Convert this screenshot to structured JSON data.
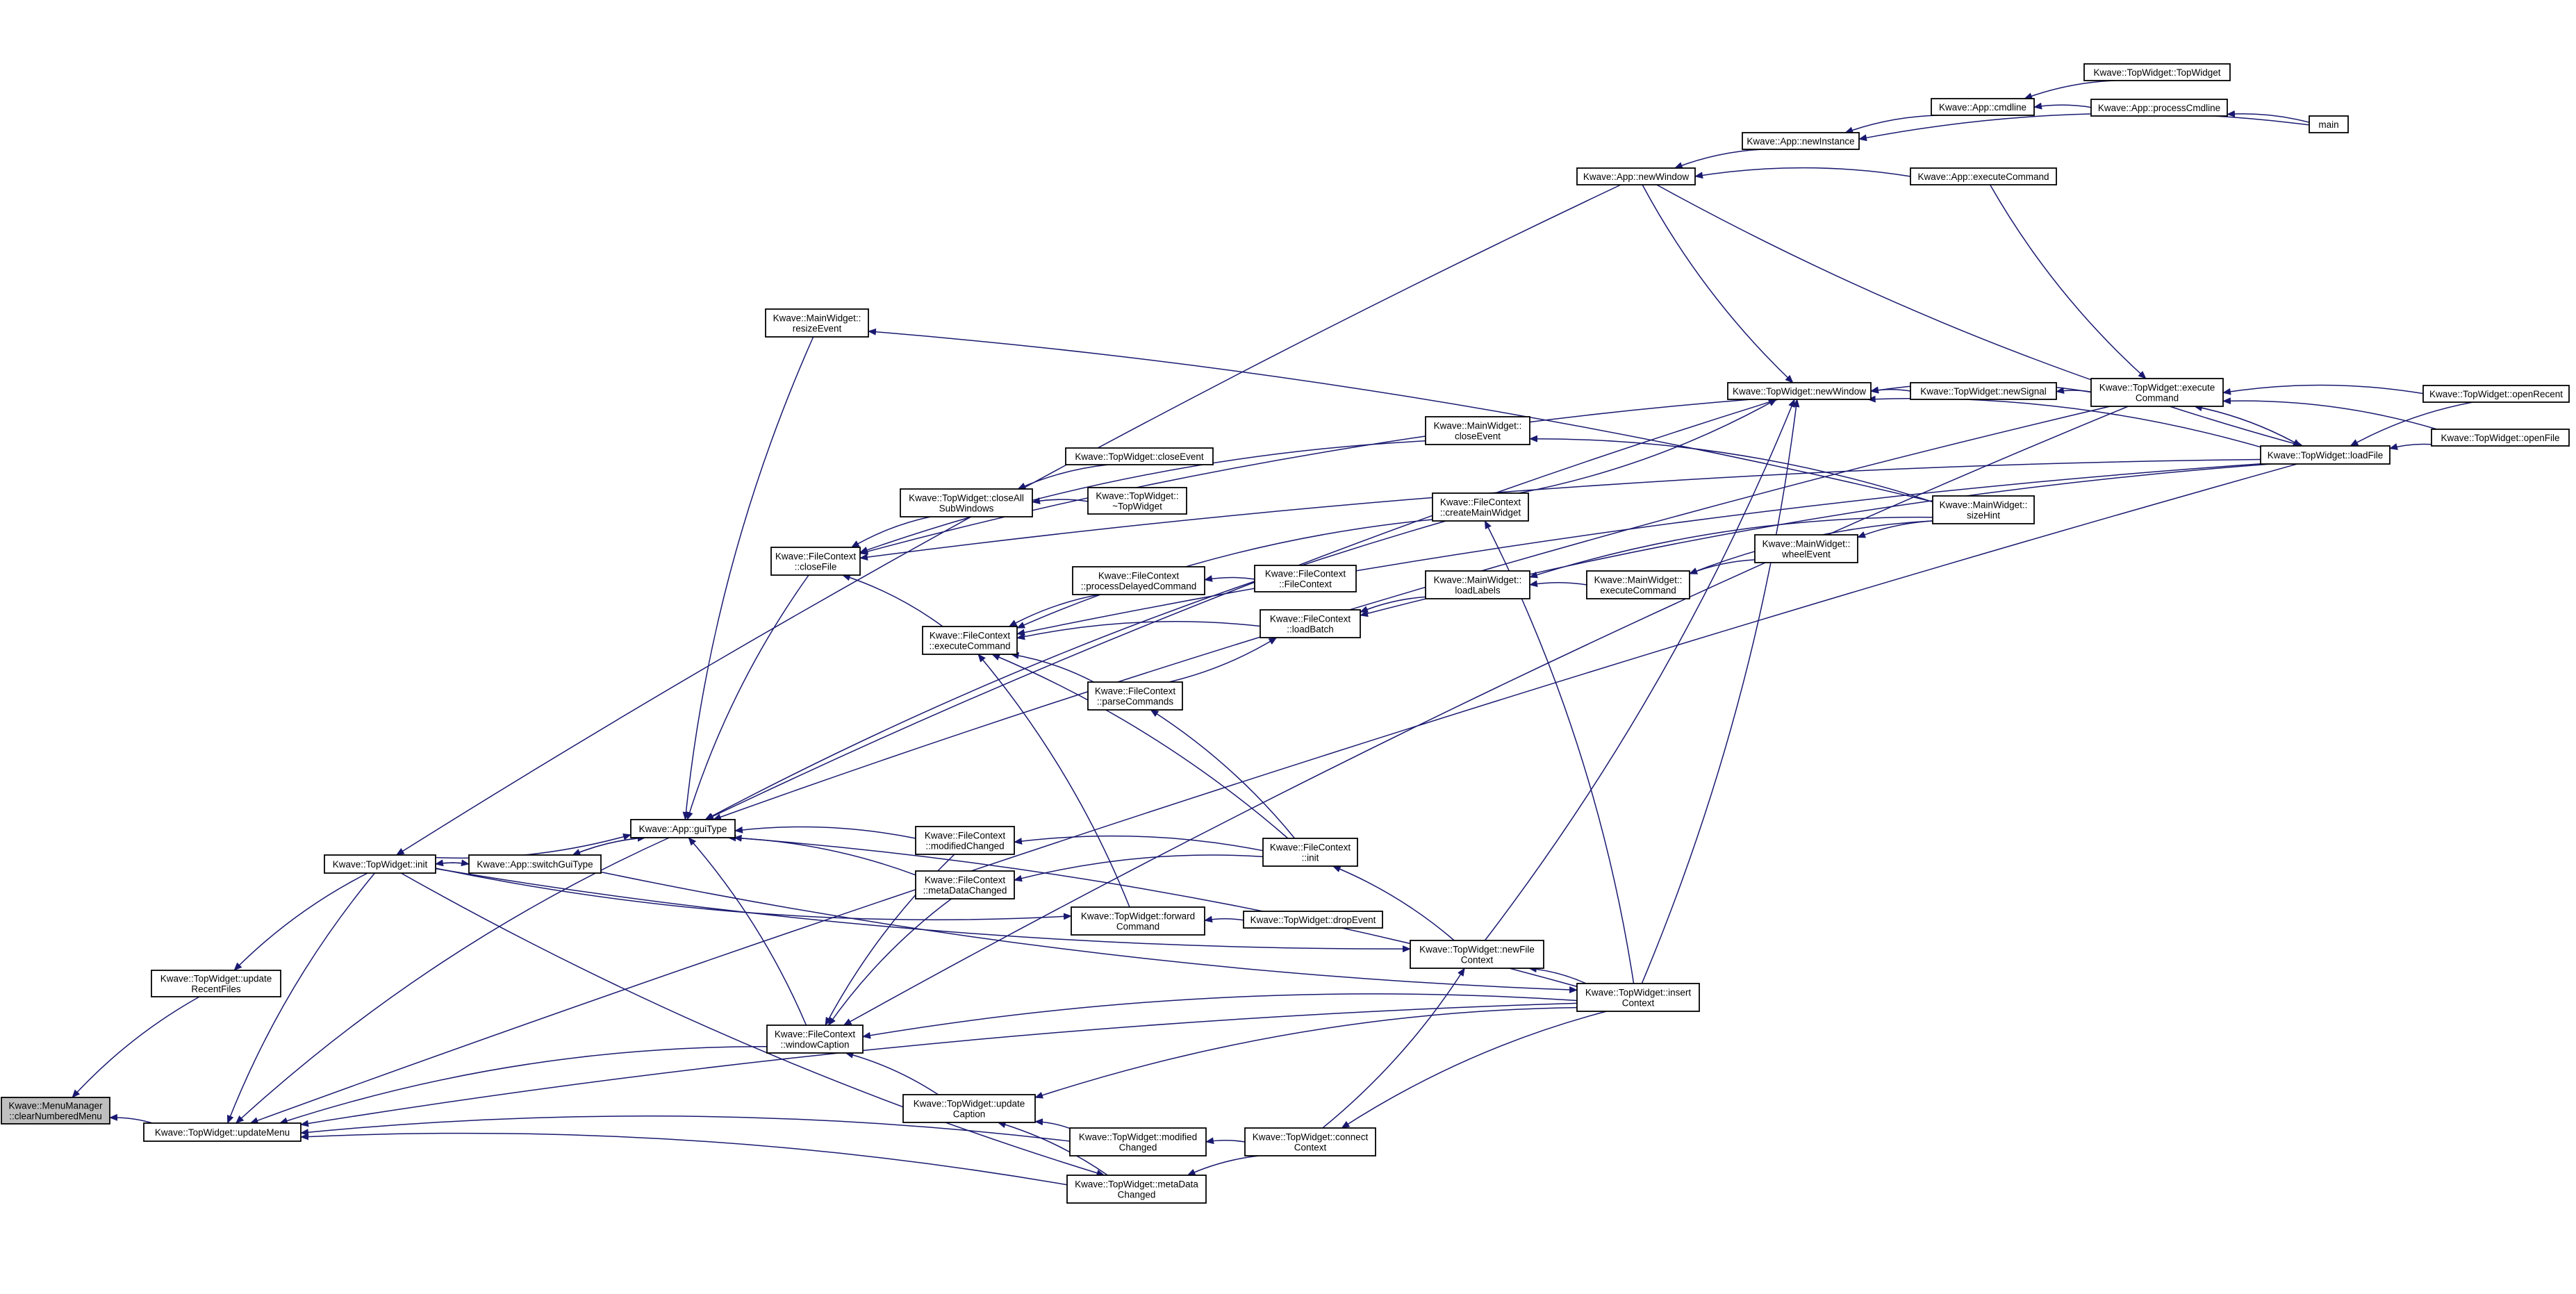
{
  "graph_title": "",
  "colors": {
    "edge": "#191970",
    "node_border": "#000000",
    "node_fill": "#ffffff",
    "root_fill": "#bfbfbf"
  },
  "nodes": [
    {
      "id": "clearNumbered",
      "lines": [
        "Kwave::MenuManager",
        "::clearNumberedMenu"
      ],
      "root": true
    },
    {
      "id": "updateMenu",
      "lines": [
        "Kwave::TopWidget::updateMenu"
      ]
    },
    {
      "id": "updateRecent",
      "lines": [
        "Kwave::TopWidget::update",
        "RecentFiles"
      ]
    },
    {
      "id": "twInit",
      "lines": [
        "Kwave::TopWidget::init"
      ]
    },
    {
      "id": "switchGui",
      "lines": [
        "Kwave::App::switchGuiType"
      ]
    },
    {
      "id": "guiType",
      "lines": [
        "Kwave::App::guiType"
      ]
    },
    {
      "id": "resizeEvent",
      "lines": [
        "Kwave::MainWidget::",
        "resizeEvent"
      ]
    },
    {
      "id": "closeFile",
      "lines": [
        "Kwave::FileContext",
        "::closeFile"
      ]
    },
    {
      "id": "closeAllSub",
      "lines": [
        "Kwave::TopWidget::closeAll",
        "SubWindows"
      ]
    },
    {
      "id": "twCloseEvent",
      "lines": [
        "Kwave::TopWidget::closeEvent"
      ]
    },
    {
      "id": "twDtor",
      "lines": [
        "Kwave::TopWidget::",
        "~TopWidget"
      ]
    },
    {
      "id": "procDelayed",
      "lines": [
        "Kwave::FileContext",
        "::processDelayedCommand"
      ]
    },
    {
      "id": "fcCtor",
      "lines": [
        "Kwave::FileContext",
        "::FileContext"
      ]
    },
    {
      "id": "fcExec",
      "lines": [
        "Kwave::FileContext",
        "::executeCommand"
      ]
    },
    {
      "id": "parseCmds",
      "lines": [
        "Kwave::FileContext",
        "::parseCommands"
      ]
    },
    {
      "id": "loadBatch",
      "lines": [
        "Kwave::FileContext",
        "::loadBatch"
      ]
    },
    {
      "id": "mwLoadLabels",
      "lines": [
        "Kwave::MainWidget::",
        "loadLabels"
      ]
    },
    {
      "id": "mwExec",
      "lines": [
        "Kwave::MainWidget::",
        "executeCommand"
      ]
    },
    {
      "id": "mwWheel",
      "lines": [
        "Kwave::MainWidget::",
        "wheelEvent"
      ]
    },
    {
      "id": "mwSizeHint",
      "lines": [
        "Kwave::MainWidget::",
        "sizeHint"
      ]
    },
    {
      "id": "mwCloseEvent",
      "lines": [
        "Kwave::MainWidget::",
        "closeEvent"
      ]
    },
    {
      "id": "createMW",
      "lines": [
        "Kwave::FileContext",
        "::createMainWidget"
      ]
    },
    {
      "id": "modChangedFC",
      "lines": [
        "Kwave::FileContext",
        "::modifiedChanged"
      ]
    },
    {
      "id": "metaChangedFC",
      "lines": [
        "Kwave::FileContext",
        "::metaDataChanged"
      ]
    },
    {
      "id": "fcInit",
      "lines": [
        "Kwave::FileContext",
        "::init"
      ]
    },
    {
      "id": "fwdCmd",
      "lines": [
        "Kwave::TopWidget::forward",
        "Command"
      ]
    },
    {
      "id": "dropEvent",
      "lines": [
        "Kwave::TopWidget::dropEvent"
      ]
    },
    {
      "id": "winCaption",
      "lines": [
        "Kwave::FileContext",
        "::windowCaption"
      ]
    },
    {
      "id": "updCaption",
      "lines": [
        "Kwave::TopWidget::update",
        "Caption"
      ]
    },
    {
      "id": "twModChanged",
      "lines": [
        "Kwave::TopWidget::modified",
        "Changed"
      ]
    },
    {
      "id": "twMetaChanged",
      "lines": [
        "Kwave::TopWidget::metaData",
        "Changed"
      ]
    },
    {
      "id": "connectCtx",
      "lines": [
        "Kwave::TopWidget::connect",
        "Context"
      ]
    },
    {
      "id": "newFileCtx",
      "lines": [
        "Kwave::TopWidget::newFile",
        "Context"
      ]
    },
    {
      "id": "insertCtx",
      "lines": [
        "Kwave::TopWidget::insert",
        "Context"
      ]
    },
    {
      "id": "twNewWindow",
      "lines": [
        "Kwave::TopWidget::newWindow"
      ]
    },
    {
      "id": "newSignal",
      "lines": [
        "Kwave::TopWidget::newSignal"
      ]
    },
    {
      "id": "twExecCmd",
      "lines": [
        "Kwave::TopWidget::execute",
        "Command"
      ]
    },
    {
      "id": "openRecent",
      "lines": [
        "Kwave::TopWidget::openRecent"
      ]
    },
    {
      "id": "openFile",
      "lines": [
        "Kwave::TopWidget::openFile"
      ]
    },
    {
      "id": "loadFile",
      "lines": [
        "Kwave::TopWidget::loadFile"
      ]
    },
    {
      "id": "appNewWindow",
      "lines": [
        "Kwave::App::newWindow"
      ]
    },
    {
      "id": "newInstance",
      "lines": [
        "Kwave::App::newInstance"
      ]
    },
    {
      "id": "cmdline",
      "lines": [
        "Kwave::App::cmdline"
      ]
    },
    {
      "id": "twCtor",
      "lines": [
        "Kwave::TopWidget::TopWidget"
      ]
    },
    {
      "id": "procCmdline",
      "lines": [
        "Kwave::App::processCmdline"
      ]
    },
    {
      "id": "appExecCmd",
      "lines": [
        "Kwave::App::executeCommand"
      ]
    },
    {
      "id": "main",
      "lines": [
        "main"
      ]
    }
  ],
  "edges": [
    [
      "updateMenu",
      "clearNumbered"
    ],
    [
      "updateRecent",
      "clearNumbered"
    ],
    [
      "twInit",
      "updateRecent"
    ],
    [
      "twInit",
      "updateMenu"
    ],
    [
      "guiType",
      "updateMenu"
    ],
    [
      "winCaption",
      "updateMenu"
    ],
    [
      "twModChanged",
      "updateMenu"
    ],
    [
      "twMetaChanged",
      "updateMenu"
    ],
    [
      "insertCtx",
      "updateMenu"
    ],
    [
      "loadFile",
      "updateMenu"
    ],
    [
      "switchGui",
      "twInit"
    ],
    [
      "appNewWindow",
      "twInit"
    ],
    [
      "twInit",
      "switchGui"
    ],
    [
      "guiType",
      "switchGui"
    ],
    [
      "twInit",
      "guiType"
    ],
    [
      "switchGui",
      "guiType"
    ],
    [
      "closeFile",
      "guiType"
    ],
    [
      "resizeEvent",
      "guiType"
    ],
    [
      "twNewWindow",
      "guiType"
    ],
    [
      "twExecCmd",
      "guiType"
    ],
    [
      "createMW",
      "guiType"
    ],
    [
      "winCaption",
      "guiType"
    ],
    [
      "modChangedFC",
      "guiType"
    ],
    [
      "metaChangedFC",
      "guiType"
    ],
    [
      "insertCtx",
      "guiType"
    ],
    [
      "mwSizeHint",
      "resizeEvent"
    ],
    [
      "closeAllSub",
      "closeFile"
    ],
    [
      "fcExec",
      "closeFile"
    ],
    [
      "mwCloseEvent",
      "closeFile"
    ],
    [
      "twNewWindow",
      "closeFile"
    ],
    [
      "loadFile",
      "closeFile"
    ],
    [
      "twCloseEvent",
      "closeAllSub"
    ],
    [
      "twDtor",
      "closeAllSub"
    ],
    [
      "fcCtor",
      "procDelayed"
    ],
    [
      "procDelayed",
      "fcExec"
    ],
    [
      "loadBatch",
      "fcExec"
    ],
    [
      "parseCmds",
      "fcExec"
    ],
    [
      "fcInit",
      "fcExec"
    ],
    [
      "fwdCmd",
      "fcExec"
    ],
    [
      "createMW",
      "fcExec"
    ],
    [
      "loadFile",
      "fcExec"
    ],
    [
      "fcInit",
      "parseCmds"
    ],
    [
      "parseCmds",
      "loadBatch"
    ],
    [
      "mwLoadLabels",
      "loadBatch"
    ],
    [
      "loadFile",
      "loadBatch"
    ],
    [
      "mwExec",
      "mwLoadLabels"
    ],
    [
      "mwSizeHint",
      "mwLoadLabels"
    ],
    [
      "mwWheel",
      "mwExec"
    ],
    [
      "mwSizeHint",
      "mwExec"
    ],
    [
      "mwSizeHint",
      "mwWheel"
    ],
    [
      "mwSizeHint",
      "mwCloseEvent"
    ],
    [
      "insertCtx",
      "createMW"
    ],
    [
      "fcInit",
      "modChangedFC"
    ],
    [
      "fcInit",
      "metaChangedFC"
    ],
    [
      "newFileCtx",
      "fcInit"
    ],
    [
      "twInit",
      "newFileCtx"
    ],
    [
      "dropEvent",
      "fwdCmd"
    ],
    [
      "twInit",
      "fwdCmd"
    ],
    [
      "insertCtx",
      "newFileCtx"
    ],
    [
      "connectCtx",
      "newFileCtx"
    ],
    [
      "switchGui",
      "insertCtx"
    ],
    [
      "modChangedFC",
      "winCaption"
    ],
    [
      "metaChangedFC",
      "winCaption"
    ],
    [
      "updCaption",
      "winCaption"
    ],
    [
      "insertCtx",
      "winCaption"
    ],
    [
      "twExecCmd",
      "winCaption"
    ],
    [
      "twModChanged",
      "updCaption"
    ],
    [
      "twMetaChanged",
      "updCaption"
    ],
    [
      "insertCtx",
      "updCaption"
    ],
    [
      "connectCtx",
      "twModChanged"
    ],
    [
      "connectCtx",
      "twMetaChanged"
    ],
    [
      "twInit",
      "twMetaChanged"
    ],
    [
      "insertCtx",
      "connectCtx"
    ],
    [
      "newSignal",
      "twNewWindow"
    ],
    [
      "twExecCmd",
      "twNewWindow"
    ],
    [
      "loadFile",
      "twNewWindow"
    ],
    [
      "createMW",
      "twNewWindow"
    ],
    [
      "newFileCtx",
      "twNewWindow"
    ],
    [
      "insertCtx",
      "twNewWindow"
    ],
    [
      "appNewWindow",
      "twNewWindow"
    ],
    [
      "twExecCmd",
      "newSignal"
    ],
    [
      "loadFile",
      "twExecCmd"
    ],
    [
      "openRecent",
      "twExecCmd"
    ],
    [
      "openFile",
      "twExecCmd"
    ],
    [
      "appExecCmd",
      "twExecCmd"
    ],
    [
      "openRecent",
      "loadFile"
    ],
    [
      "openFile",
      "loadFile"
    ],
    [
      "twExecCmd",
      "loadFile"
    ],
    [
      "appNewWindow",
      "loadFile"
    ],
    [
      "newInstance",
      "appNewWindow"
    ],
    [
      "appExecCmd",
      "appNewWindow"
    ],
    [
      "cmdline",
      "newInstance"
    ],
    [
      "main",
      "newInstance"
    ],
    [
      "twCtor",
      "cmdline"
    ],
    [
      "procCmdline",
      "cmdline"
    ],
    [
      "main",
      "procCmdline"
    ]
  ]
}
